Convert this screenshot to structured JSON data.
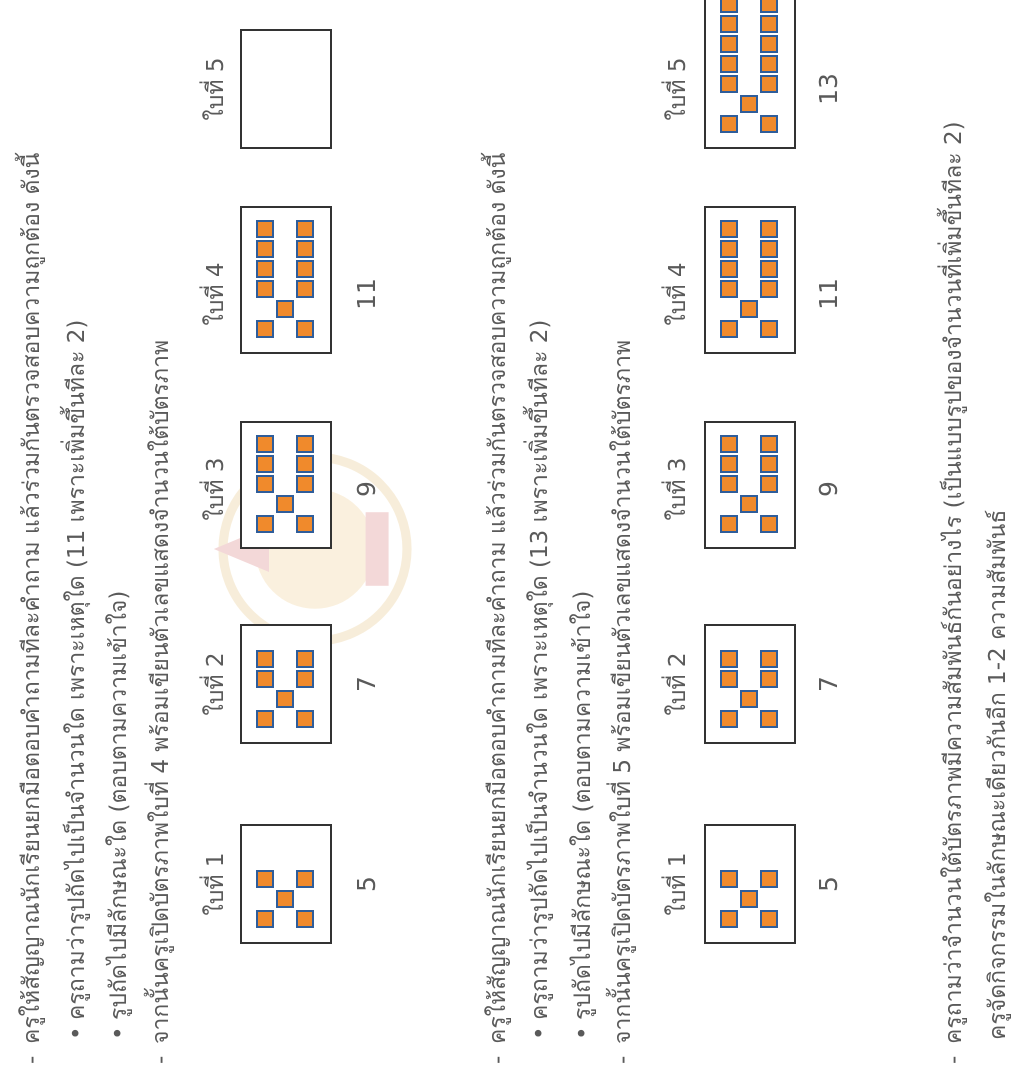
{
  "section1": {
    "intro": "ครูให้สัญญาณนักเรียนยกมือตอบคำถามทีละคำถาม แล้วร่วมกันตรวจสอบความถูกต้อง ดังนี้",
    "q1": "ครูถามว่ารูปถัดไปเป็นจำนวนใด เพราะเหตุใด (11 เพราะเพิ่มขึ้นทีละ 2)",
    "q2": "รูปถัดไปมีลักษณะใด (ตอบตามความเข้าใจ)",
    "instr": "จากนั้นครูเปิดบัตรภาพใบที่ 4  พร้อมเขียนตัวเลขแสดงจำนวนใต้บัตรภาพ",
    "cards": [
      {
        "label": "ใบที่ 1",
        "number": "5"
      },
      {
        "label": "ใบที่ 2",
        "number": "7"
      },
      {
        "label": "ใบที่ 3",
        "number": "9"
      },
      {
        "label": "ใบที่ 4",
        "number": "11"
      },
      {
        "label": "ใบที่ 5",
        "number": ""
      }
    ]
  },
  "section2": {
    "intro": "ครูให้สัญญาณนักเรียนยกมือตอบคำถามทีละคำถาม แล้วร่วมกันตรวจสอบความถูกต้อง ดังนี้",
    "q1": "ครูถามว่ารูปถัดไปเป็นจำนวนใด เพราะเหตุใด (13 เพราะเพิ่มขึ้นทีละ 2)",
    "q2": "รูปถัดไปมีลักษณะใด (ตอบตามความเข้าใจ)",
    "instr": "จากนั้นครูเปิดบัตรภาพใบที่ 5 พร้อมเขียนตัวเลขแสดงจำนวนใต้บัตรภาพ",
    "cards": [
      {
        "label": "ใบที่ 1",
        "number": "5"
      },
      {
        "label": "ใบที่ 2",
        "number": "7"
      },
      {
        "label": "ใบที่ 3",
        "number": "9"
      },
      {
        "label": "ใบที่ 4",
        "number": "11"
      },
      {
        "label": "ใบที่ 5",
        "number": "13"
      }
    ]
  },
  "section3": {
    "q": "ครูถามว่าจำนวนใต้บัตรภาพมีความสัมพันธ์กันอย่างไร (เป็นแบบรูปของจำนวนที่เพิ่มขึ้นทีละ 2)",
    "last": "ครูจัดกิจกรรมในลักษณะเดียวกันอีก 1-2 ความสัมพันธ์"
  },
  "markers": {
    "dash": "-",
    "bullet": "•"
  },
  "colors": {
    "square_fill": "#f08a2c",
    "square_border": "#2f5d9a"
  }
}
